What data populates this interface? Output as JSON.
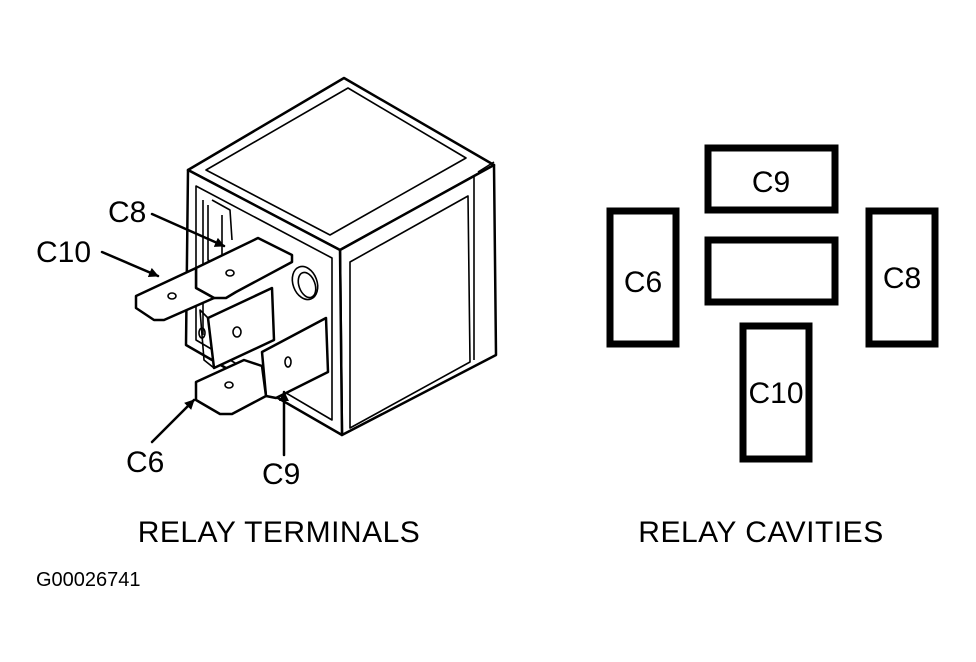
{
  "terminals_figure": {
    "caption": "RELAY TERMINALS",
    "callouts": [
      {
        "id": "C8",
        "label": "C8"
      },
      {
        "id": "C10",
        "label": "C10"
      },
      {
        "id": "C6",
        "label": "C6"
      },
      {
        "id": "C9",
        "label": "C9"
      }
    ]
  },
  "cavities_figure": {
    "caption": "RELAY CAVITIES",
    "cavities": [
      {
        "id": "C9",
        "label": "C9"
      },
      {
        "id": "C6",
        "label": "C6"
      },
      {
        "id": "center",
        "label": ""
      },
      {
        "id": "C8",
        "label": "C8"
      },
      {
        "id": "C10",
        "label": "C10"
      }
    ]
  },
  "figure_id": "G00026741"
}
